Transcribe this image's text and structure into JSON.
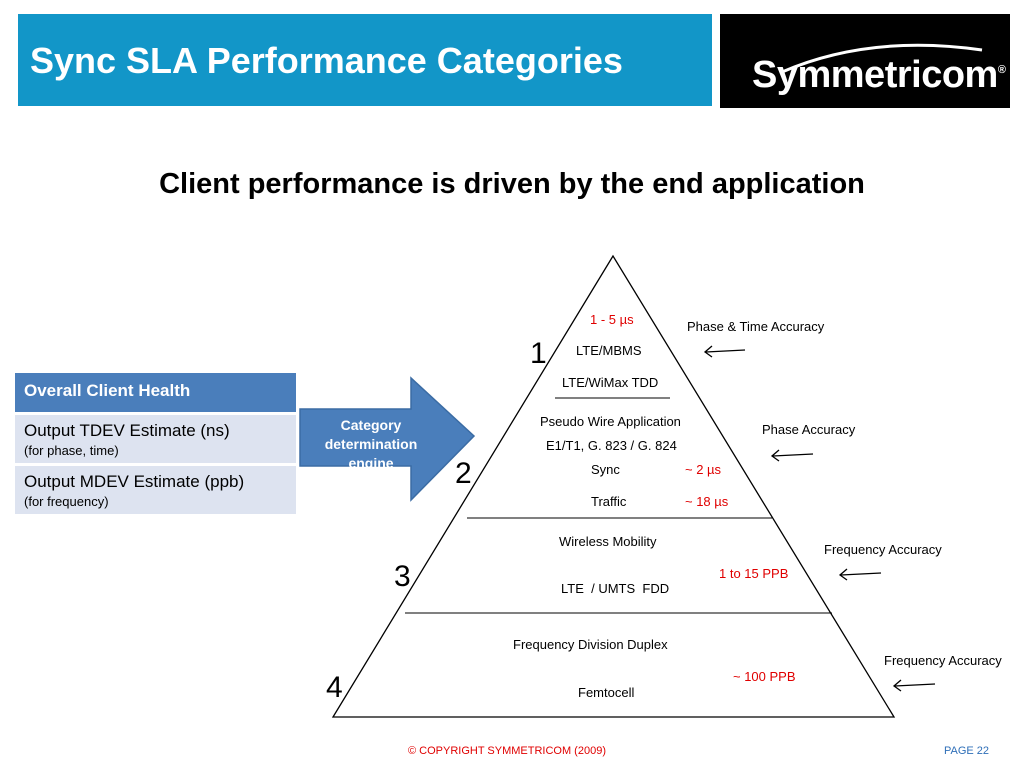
{
  "header": {
    "title": "Sync SLA Performance Categories"
  },
  "logo": {
    "text": "Symmetricom",
    "reg": "®"
  },
  "subtitle": "Client performance is driven by the end application",
  "health_table": {
    "header": "Overall Client Health",
    "rows": [
      {
        "main": "Output TDEV Estimate (ns)",
        "sub": "(for phase, time)"
      },
      {
        "main": "Output MDEV Estimate (ppb)",
        "sub": "(for frequency)"
      }
    ]
  },
  "engine": {
    "label": "Category determination engine"
  },
  "pyramid": {
    "levels": [
      {
        "number": "1",
        "spec": "1 - 5 µs",
        "apps": [
          "LTE/MBMS",
          "LTE/WiMax TDD"
        ],
        "accuracy": "Phase & Time Accuracy"
      },
      {
        "number": "2",
        "apps": [
          "Pseudo Wire Application",
          "E1/T1, G. 823 / G. 824"
        ],
        "rows": [
          {
            "name": "Sync",
            "spec": "~ 2 µs"
          },
          {
            "name": "Traffic",
            "spec": "~ 18 µs"
          }
        ],
        "accuracy": "Phase Accuracy"
      },
      {
        "number": "3",
        "apps": [
          "Wireless Mobility",
          "LTE  / UMTS  FDD"
        ],
        "spec": "1 to 15 PPB",
        "accuracy": "Frequency Accuracy"
      },
      {
        "number": "4",
        "apps": [
          "Frequency Division Duplex",
          "Femtocell"
        ],
        "spec": "~ 100 PPB",
        "accuracy": "Frequency Accuracy"
      }
    ]
  },
  "footer": {
    "copyright": "© COPYRIGHT SYMMETRICOM (2009)",
    "page": "PAGE 22"
  },
  "colors": {
    "title_bar": "#1296c8",
    "table_header": "#4a7ebb",
    "table_row": "#dde3f0",
    "accent_red": "#e00000",
    "page_blue": "#2f6fb8"
  }
}
